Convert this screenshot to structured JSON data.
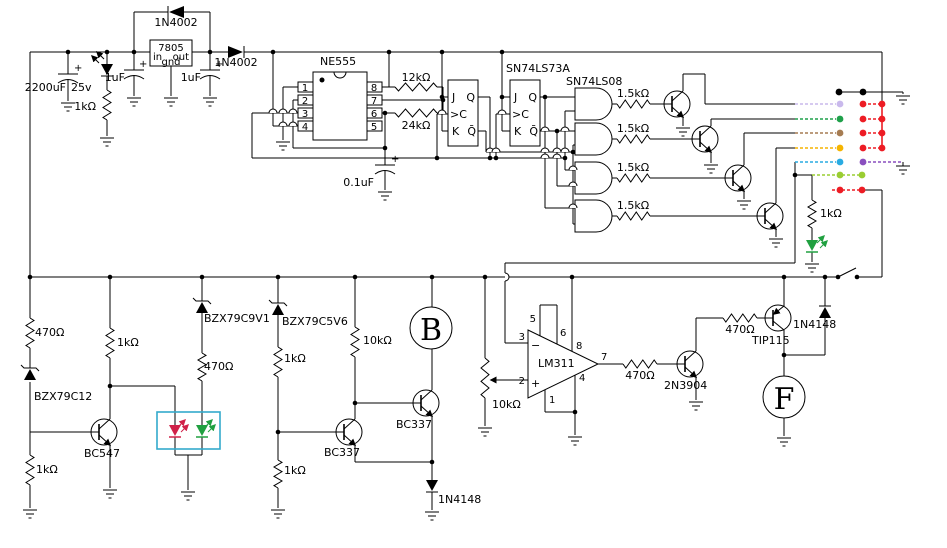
{
  "power": {
    "plus": "+",
    "c_main": "2200uF",
    "c_main_v": "25v",
    "r_led": "1kΩ",
    "c_in": "1uF",
    "c_out": "1uF",
    "reg": "7805",
    "reg_in": "in",
    "reg_out": "out",
    "reg_gnd": "gnd",
    "d_bypass": "1N4002",
    "d_series": "1N4002"
  },
  "osc": {
    "ic": "NE555",
    "r_top": "12kΩ",
    "r_mid": "24kΩ",
    "c_timing": "0.1uF",
    "pins_l": [
      "1",
      "2",
      "3",
      "4"
    ],
    "pins_r": [
      "8",
      "7",
      "6",
      "5"
    ]
  },
  "seq": {
    "ff": "SN74LS73A",
    "and_ic": "SN74LS08",
    "j": "J",
    "c": ">C",
    "k": "K",
    "q": "Q",
    "qb": "Q̄",
    "r": "1.5kΩ"
  },
  "monitor": {
    "r470": "470Ω",
    "z12": "BZX79C12",
    "r1k": "1kΩ",
    "t": "BC547",
    "r_pull": "1kΩ"
  },
  "bicolor": {
    "z9": "BZX79C9V1",
    "r470": "470Ω"
  },
  "buzzer": {
    "z5": "BZX79C5V6",
    "r1": "1kΩ",
    "r2": "1kΩ",
    "r10k": "10kΩ",
    "t1": "BC337",
    "t2": "BC337",
    "d": "1N4148",
    "sym": "B"
  },
  "cmp": {
    "ic": "LM311",
    "pot": "10kΩ",
    "r_out": "470Ω",
    "minus": "−",
    "plus": "+",
    "pins": [
      "1",
      "2",
      "3",
      "4",
      "5",
      "6",
      "7",
      "8"
    ]
  },
  "fan": {
    "t": "2N3904",
    "r": "470Ω",
    "drv": "TIP115",
    "d": "1N4148",
    "sym": "F",
    "r_ind": "1kΩ"
  },
  "wire_colors": {
    "lavender": "#c9b9ec",
    "green": "#1fa04a",
    "brown": "#a67c52",
    "yellow": "#f5b400",
    "blue": "#29abe2",
    "purple": "#8a4fbf",
    "yellow_green": "#9acd32",
    "red": "#ed1c24",
    "black": "#000000",
    "led_red": "#d02048",
    "led_green": "#20a040",
    "box_teal": "#33aacc"
  }
}
